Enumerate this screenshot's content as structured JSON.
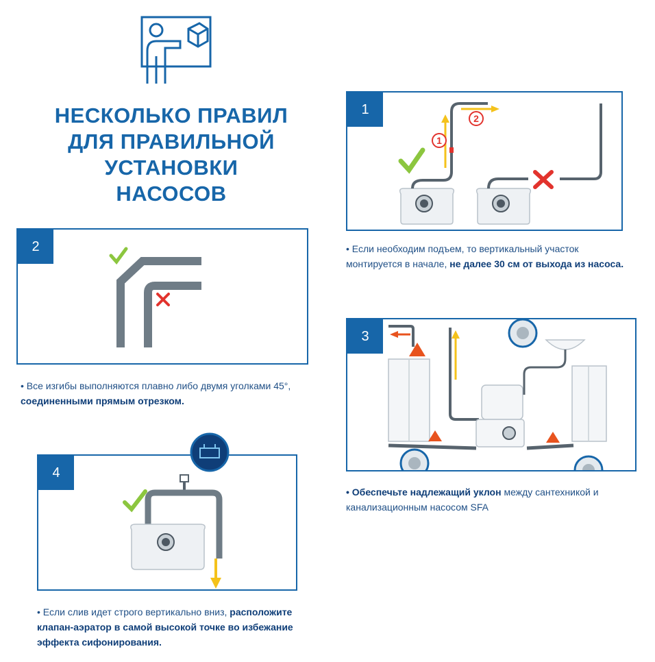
{
  "icons": {
    "presenter": "presenter-board-icon"
  },
  "title_lines": [
    "НЕСКОЛЬКО ПРАВИЛ",
    "ДЛЯ ПРАВИЛЬНОЙ",
    "УСТАНОВКИ",
    "НАСОСОВ"
  ],
  "panels": {
    "p1": {
      "number": "1",
      "step1": "1",
      "step2": "2"
    },
    "p2": {
      "number": "2"
    },
    "p3": {
      "number": "3"
    },
    "p4": {
      "number": "4"
    }
  },
  "captions": {
    "c1": {
      "prefix": "• Если необходим подъем, то вертикальный участок монтируется в начале, ",
      "bold": "не далее 30 см от выхода из насоса."
    },
    "c2": {
      "prefix": "• Все изгибы выполняются плавно либо двумя уголками 45°, ",
      "bold": "соединенными прямым отрезком."
    },
    "c3": {
      "bold": "• Обеспечьте надлежащий уклон",
      "suffix": " между сантехникой и канализационным насосом SFA"
    },
    "c4": {
      "prefix": "• Если слив идет строго вертикально вниз, ",
      "bold": "расположите клапан-аэратор в самой высокой точке во избежание эффекта сифонирования."
    }
  },
  "colors": {
    "brand_blue": "#1766a9",
    "pipe_gray": "#6f7c86",
    "ok_green": "#8cc63f",
    "no_red": "#e2332d",
    "arrow_yellow": "#f4c21b",
    "warn_orange": "#e8531e"
  }
}
